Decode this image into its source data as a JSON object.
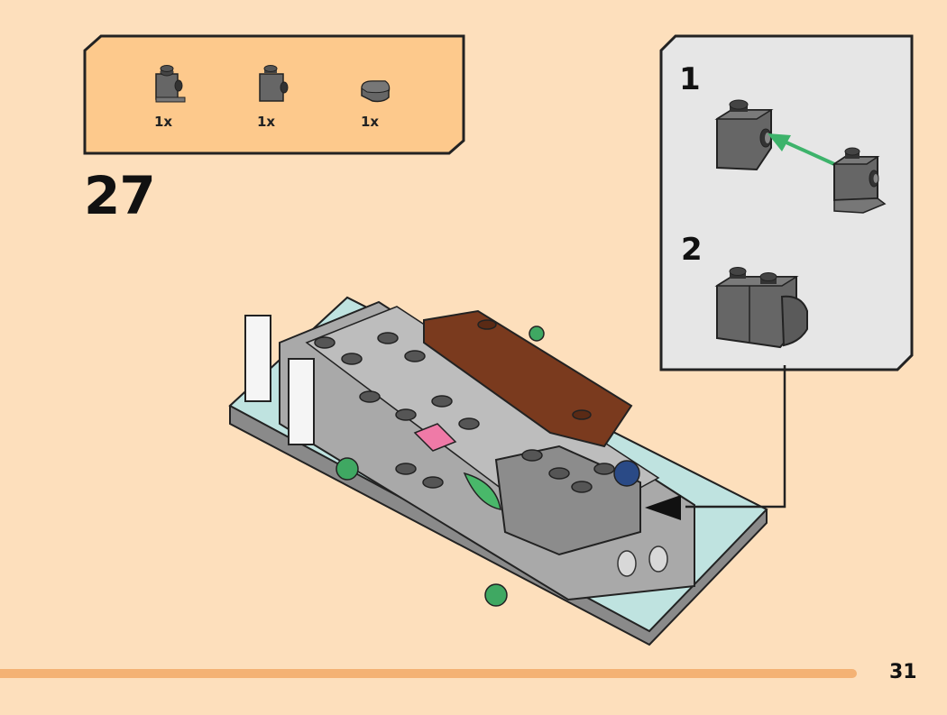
{
  "page": {
    "step_number": "27",
    "page_number": "31",
    "colors": {
      "background": "#fddfbc",
      "parts_box_fill": "#fdc98c",
      "sub_box_fill": "#e6e6e6",
      "footer_bar": "#f4b274",
      "arrow_green": "#3db36b",
      "dark_gray_brick": "#6b6b6b"
    }
  },
  "parts_list": {
    "items": [
      {
        "name": "1x1 brick with headlight (bracket)",
        "color": "dark bluish gray",
        "quantity": "1x"
      },
      {
        "name": "1x1 brick with stud on side",
        "color": "dark bluish gray",
        "quantity": "1x"
      },
      {
        "name": "1x1 tile round half",
        "color": "dark bluish gray",
        "quantity": "1x"
      }
    ]
  },
  "sub_assembly": {
    "steps": [
      {
        "number": "1",
        "description": "Attach headlight brick to side stud of 1x1 brick",
        "arrow": "green-arrow"
      },
      {
        "number": "2",
        "description": "Combined sub-assembly with round tile"
      }
    ]
  }
}
